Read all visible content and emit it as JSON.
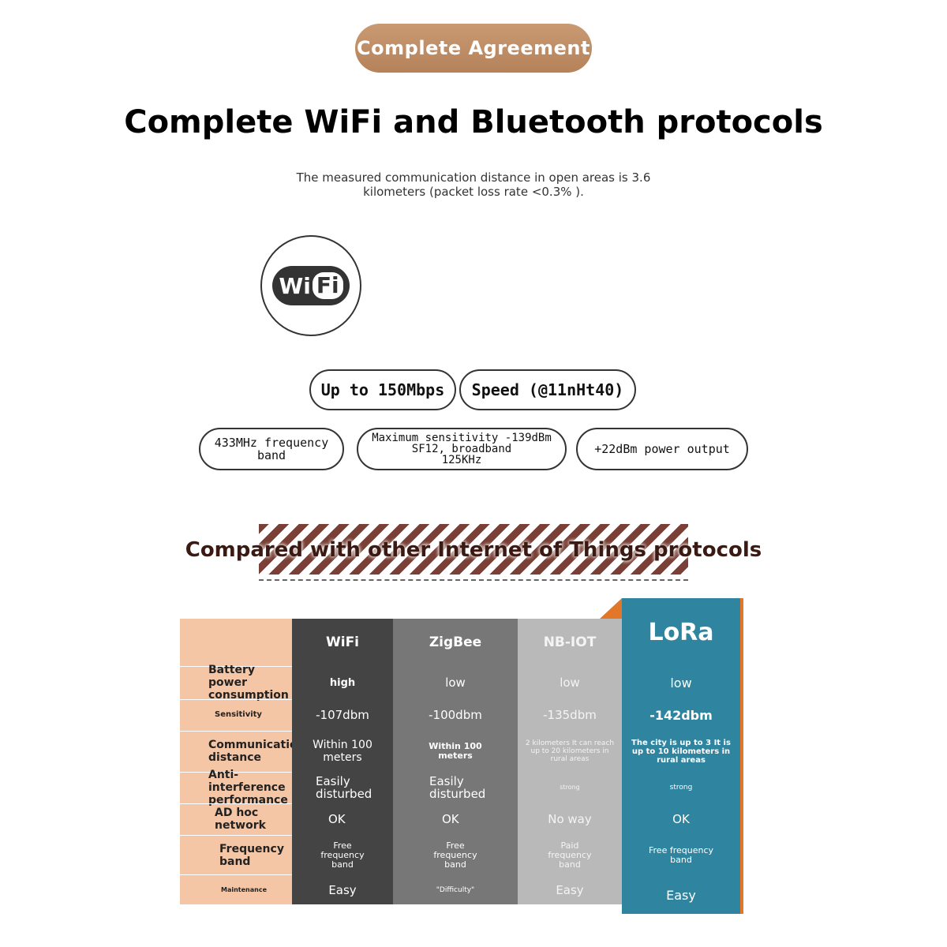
{
  "badge": "Complete Agreement",
  "title": "Complete WiFi and Bluetooth protocols",
  "subtitle_line1": "The measured communication distance in open areas is 3.6",
  "subtitle_line2": "kilometers (packet loss rate <0.3% ).",
  "wifi_logo": {
    "wi": "Wi",
    "fi": "Fi"
  },
  "pills": {
    "speed_value": "Up to 150Mbps",
    "speed_label": "Speed (@11nHt40)",
    "frequency_line1": "433MHz frequency",
    "frequency_line2": "band",
    "sensitivity_line1": "Maximum sensitivity -139dBm",
    "sensitivity_line2": "SF12, broadband",
    "sensitivity_line3": "125KHz",
    "power": "+22dBm power output"
  },
  "comparison_title": "Compared with other Internet of Things protocols",
  "colors": {
    "badge": "#b5825a",
    "label_col": "#f5c6a5",
    "wifi_col": "#444444",
    "zigbee_col": "#777777",
    "nbiot_col": "#b9b9b9",
    "lora_col": "#2f84a0",
    "lora_accent": "#e2772a"
  },
  "table": {
    "row_labels": [
      "Battery power consumption",
      "Sensitivity",
      "Communication distance",
      "Anti-interference performance",
      "AD hoc network",
      "Frequency band",
      "Maintenance"
    ],
    "columns": [
      {
        "name": "WiFi",
        "values": [
          "high",
          "-107dbm",
          "Within 100 meters",
          "Easily disturbed",
          "OK",
          "Free frequency band",
          "Easy"
        ]
      },
      {
        "name": "ZigBee",
        "values": [
          "low",
          "-100dbm",
          "Within 100 meters",
          "Easily disturbed",
          "OK",
          "Free frequency band",
          "\"Difficulty\""
        ]
      },
      {
        "name": "NB-IOT",
        "values": [
          "low",
          "-135dbm",
          "2 kilometers It can reach up to 20 kilometers in rural areas",
          "strong",
          "No way",
          "Paid frequency band",
          "Easy"
        ]
      },
      {
        "name": "LoRa",
        "values": [
          "low",
          "-142dbm",
          "The city is up to 3 It is up to 10 kilometers in rural areas",
          "strong",
          "OK",
          "Free frequency band",
          "Easy"
        ]
      }
    ]
  }
}
